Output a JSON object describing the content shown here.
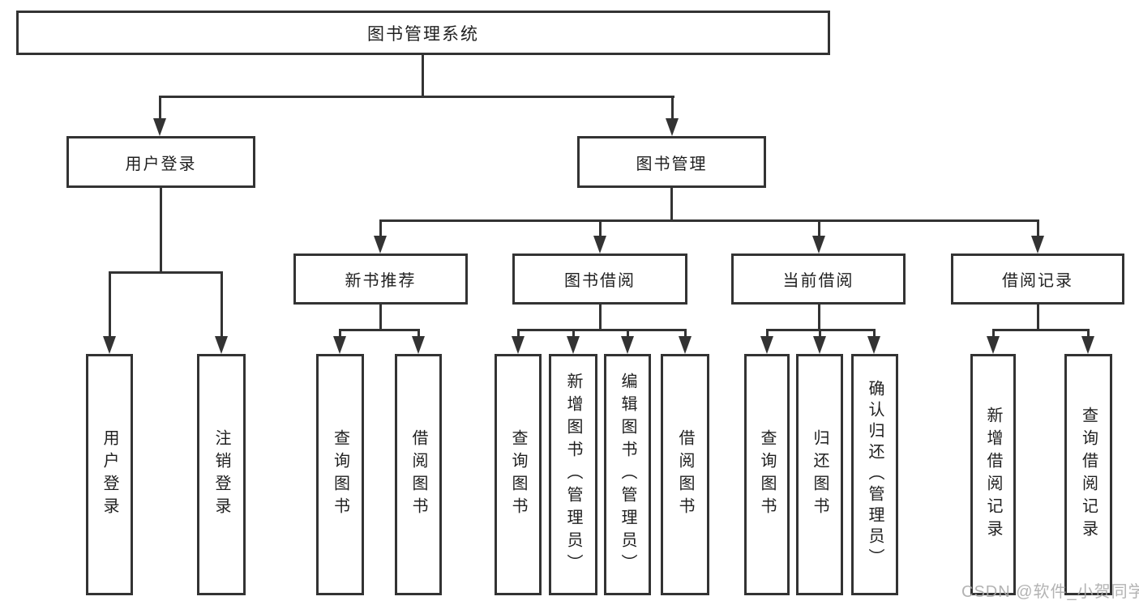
{
  "tree": {
    "root": "图书管理系统",
    "children": [
      {
        "label": "用户登录",
        "children": [
          {
            "label": "用户登录"
          },
          {
            "label": "注销登录"
          }
        ]
      },
      {
        "label": "图书管理",
        "children": [
          {
            "label": "新书推荐",
            "children": [
              {
                "label": "查询图书"
              },
              {
                "label": "借阅图书"
              }
            ]
          },
          {
            "label": "图书借阅",
            "children": [
              {
                "label": "查询图书"
              },
              {
                "label": "新增图书（管理员）"
              },
              {
                "label": "编辑图书（管理员）"
              },
              {
                "label": "借阅图书"
              }
            ]
          },
          {
            "label": "当前借阅",
            "children": [
              {
                "label": "查询图书"
              },
              {
                "label": "归还图书"
              },
              {
                "label": "确认归还（管理员）"
              }
            ]
          },
          {
            "label": "借阅记录",
            "children": [
              {
                "label": "新增借阅记录"
              },
              {
                "label": "查询借阅记录"
              }
            ]
          }
        ]
      }
    ]
  },
  "watermark": "CSDN @软件_小贺同学",
  "colors": {
    "line": "#333333",
    "text": "#1f1f1f",
    "watermark_color": "#ababab",
    "background": "#ffffff"
  }
}
